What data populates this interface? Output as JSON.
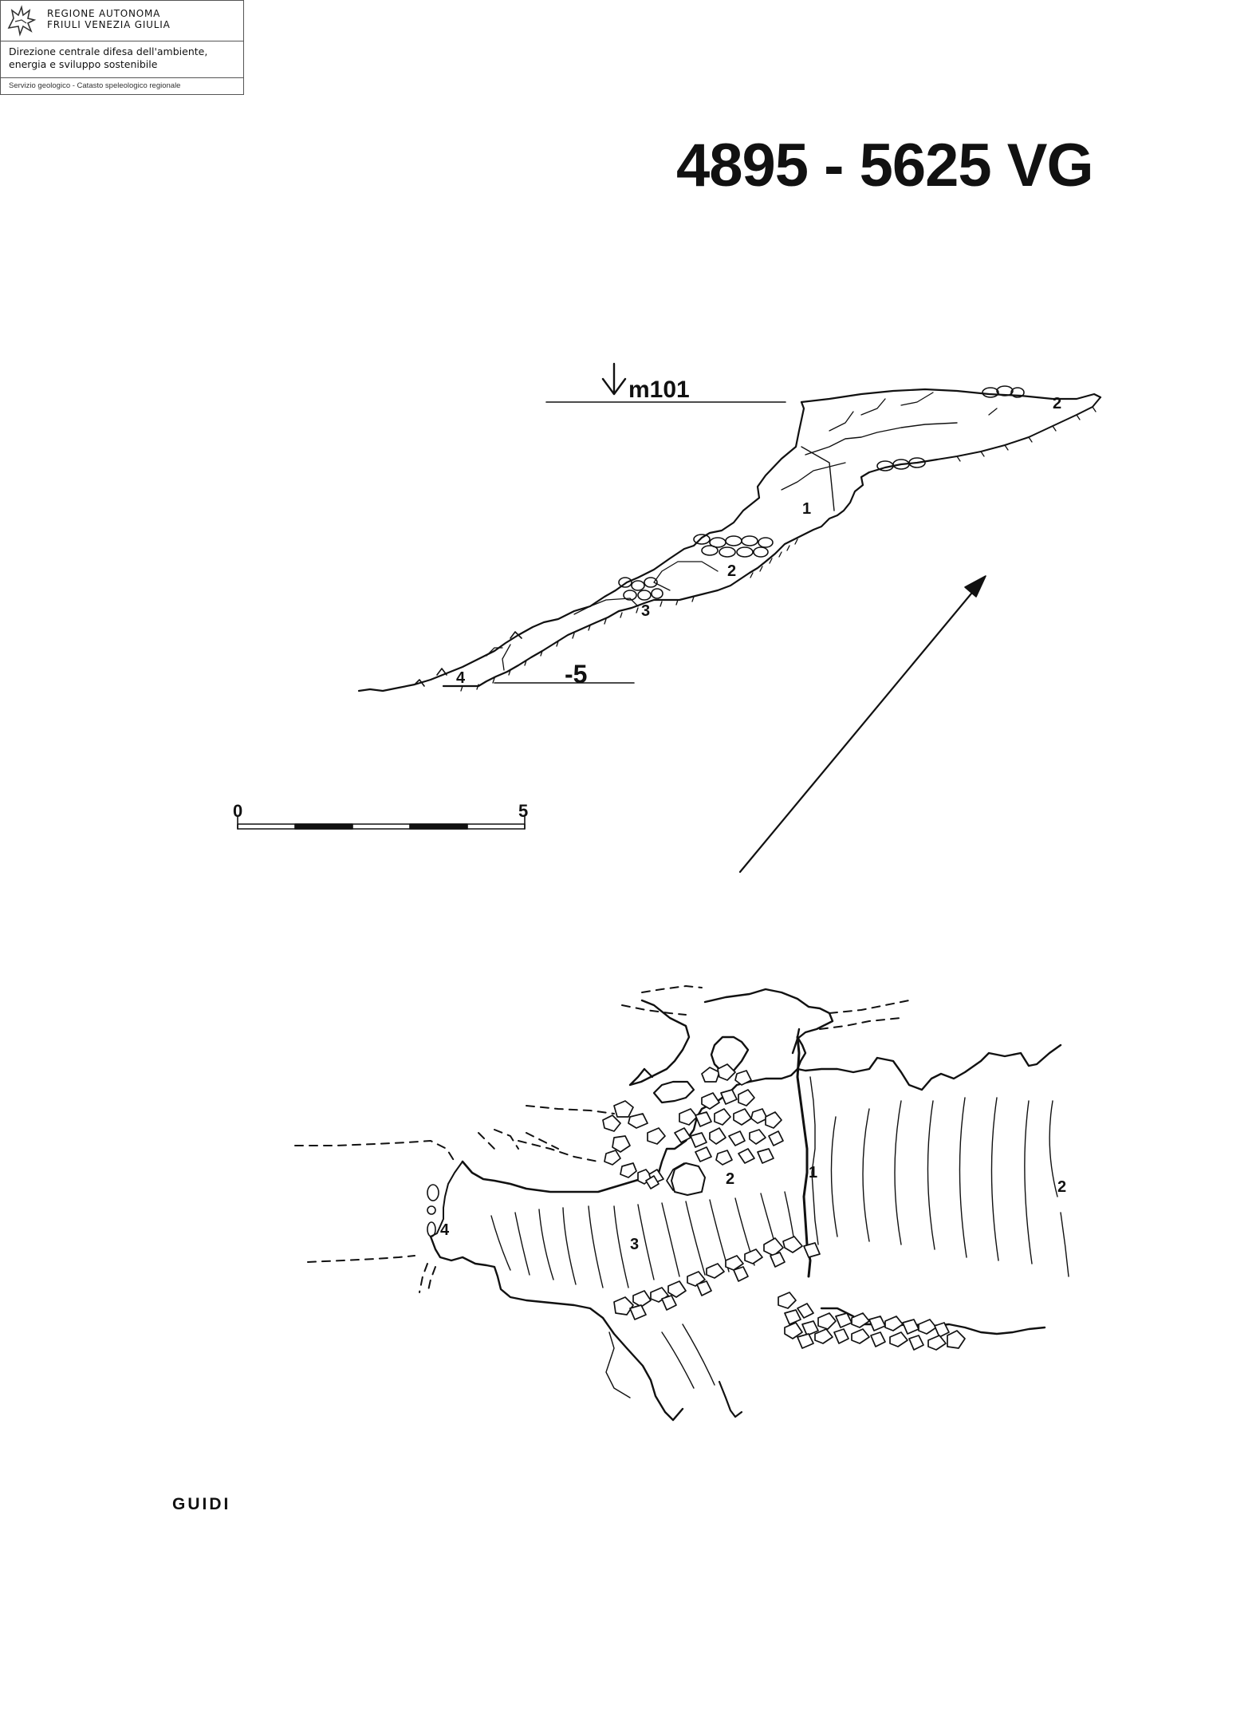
{
  "header": {
    "region_line1": "REGIONE AUTONOMA",
    "region_line2": "FRIULI VENEZIA GIULIA",
    "direzione_line1": "Direzione centrale difesa dell'ambiente,",
    "direzione_line2": "energia e sviluppo sostenibile",
    "servizio": "Servizio geologico - Catasto speleologico regionale",
    "logo_icon": "eagle-icon"
  },
  "title": "4895 - 5625 VG",
  "section": {
    "entrance_depth": "m101",
    "depth_label": "-5",
    "markers": [
      "1",
      "2",
      "2",
      "3",
      "4"
    ]
  },
  "scale": {
    "start": "0",
    "end": "5"
  },
  "plan": {
    "markers": [
      "1",
      "2",
      "2",
      "3",
      "4"
    ]
  },
  "author": "GUIDI"
}
